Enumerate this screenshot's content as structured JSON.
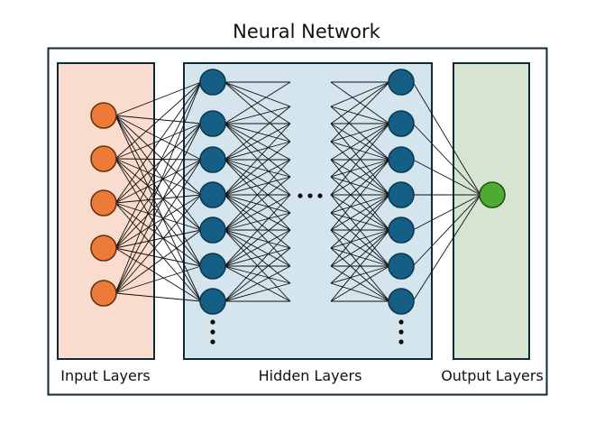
{
  "title": "Neural Network",
  "colors": {
    "frame": "#0e2a36",
    "input_bg": "#f9dccd",
    "input_node": "#ec7a38",
    "input_node_stroke": "#6b3010",
    "hidden_bg": "#d4e5ee",
    "hidden_node": "#155f86",
    "hidden_node_stroke": "#0c3850",
    "output_bg": "#d8e4d2",
    "output_node": "#4faa34",
    "output_node_stroke": "#244f18",
    "edge": "#111111"
  },
  "layers": {
    "input": {
      "label": "Input Layers",
      "node_count": 5
    },
    "hidden": {
      "label": "Hidden Layers",
      "node_count_per_column": 7,
      "columns_shown": 2,
      "ellipsis": "…",
      "has_more_nodes": true
    },
    "output": {
      "label": "Output Layers",
      "node_count": 1
    }
  }
}
